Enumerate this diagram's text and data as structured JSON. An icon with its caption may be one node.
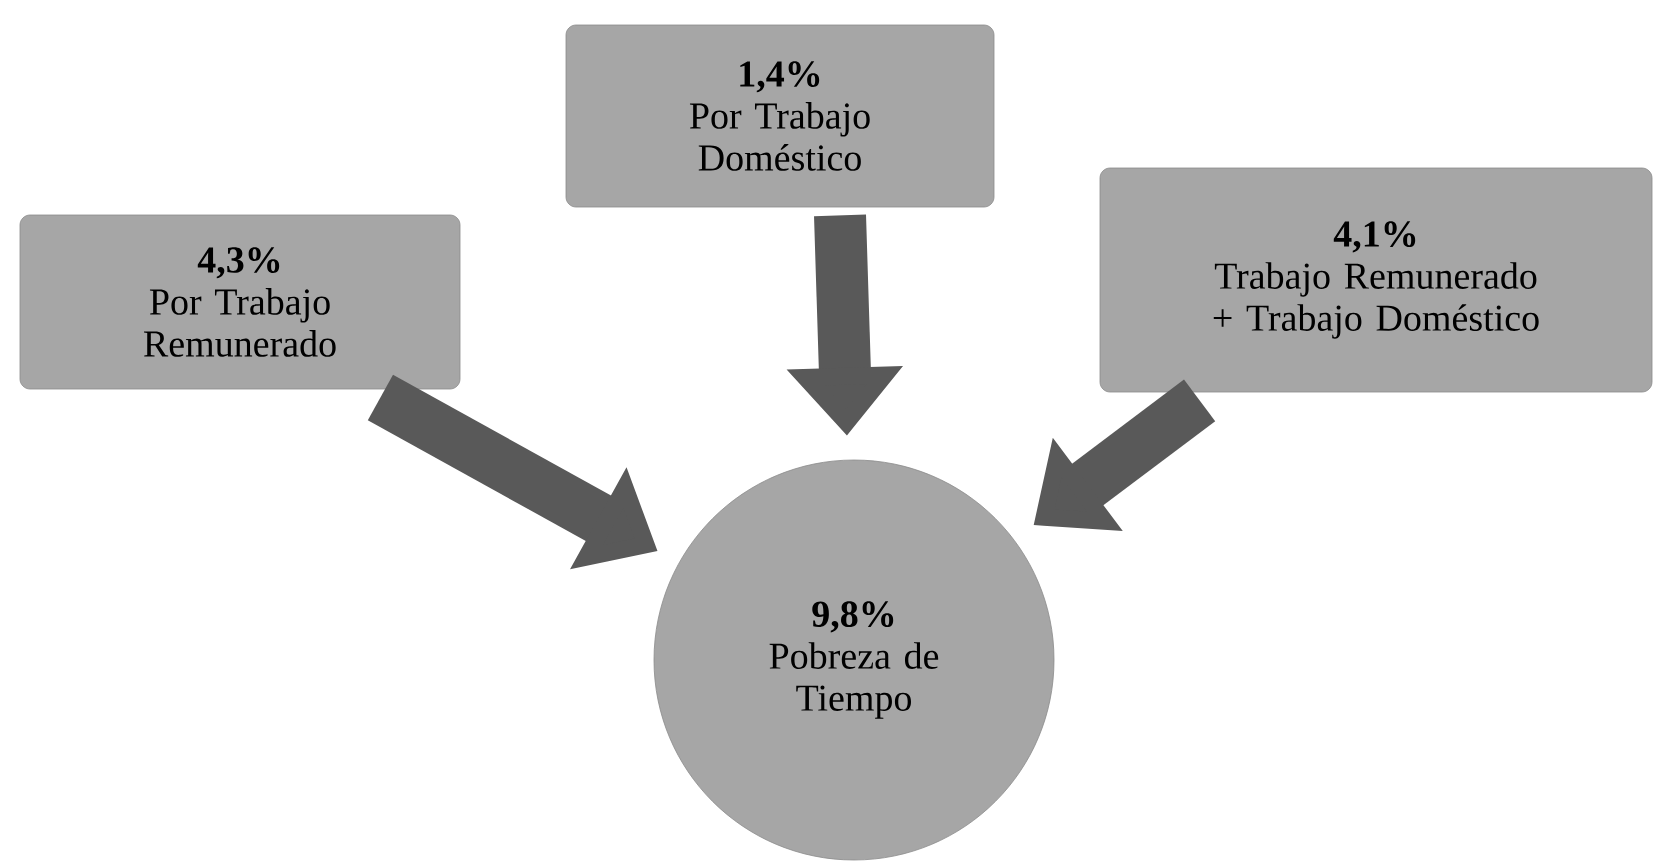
{
  "diagram": {
    "nodes": [
      {
        "text": [
          "4,3%",
          "Por Trabajo Remunerado"
        ]
      },
      {
        "text": [
          "1,4%",
          "Por Trabajo Doméstico"
        ]
      },
      {
        "text": [
          "4,1%",
          "Trabajo Remunerado + Trabajo Doméstico"
        ]
      },
      {
        "text": [
          "9,8%",
          "Pobreza de Tiempo"
        ]
      }
    ],
    "edges": [
      {
        "from": 0,
        "to": 3,
        "arrow": "to"
      },
      {
        "from": 1,
        "to": 3,
        "arrow": "to"
      },
      {
        "from": 2,
        "to": 3,
        "arrow": "to"
      }
    ]
  }
}
